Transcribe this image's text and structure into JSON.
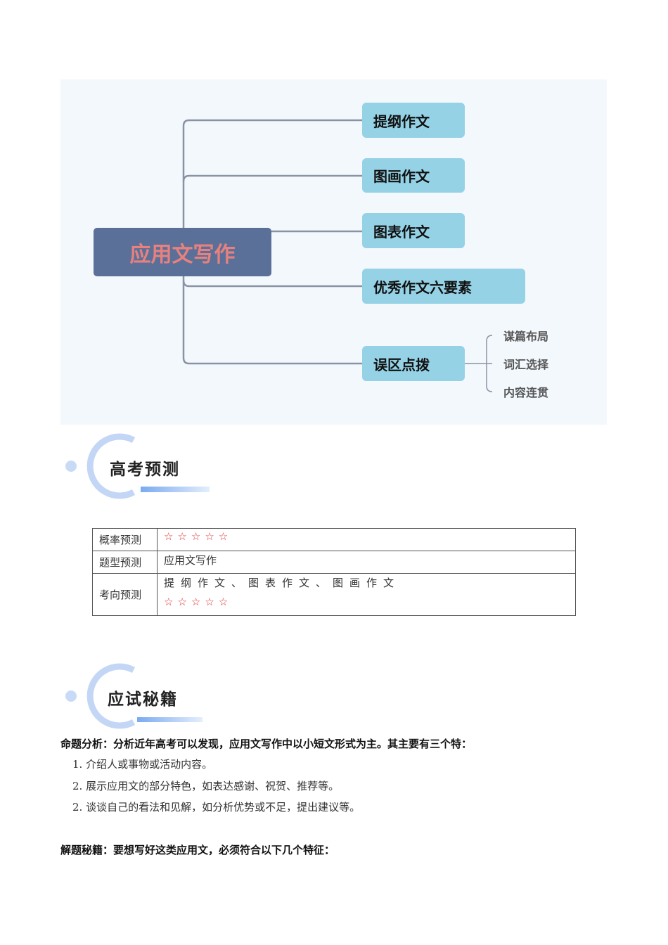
{
  "mindmap": {
    "root": "应用文写作",
    "branches": [
      "提纲作文",
      "图画作文",
      "图表作文",
      "优秀作文六要素",
      "误区点拨"
    ],
    "sub_branches": [
      "谋篇布局",
      "词汇选择",
      "内容连贯"
    ],
    "colors": {
      "root_bg": "#5b7098",
      "root_text": "#e8817e",
      "node_bg": "#95d2e6",
      "line": "#8a93a3",
      "panel_bg": "#f3f8fd"
    }
  },
  "section1": {
    "title": "高考预测"
  },
  "table": {
    "rows": [
      {
        "label": "概率预测",
        "stars": "☆☆☆☆☆"
      },
      {
        "label": "题型预测",
        "value": "应用文写作"
      },
      {
        "label": "考向预测",
        "value": "提纲作文、图表作文、图画作文",
        "stars": "☆☆☆☆☆"
      }
    ]
  },
  "section2": {
    "title": "应试秘籍"
  },
  "analysis": {
    "heading": "命题分析：分析近年高考可以发现，应用文写作中以小短文形式为主。其主要有三个特：",
    "items": [
      "1. 介绍人或事物或活动内容。",
      "2. 展示应用文的部分特色，如表达感谢、祝贺、推荐等。",
      "2. 谈谈自己的看法和见解，如分析优势或不足，提出建议等。"
    ]
  },
  "tips": {
    "heading": "解题秘籍：要想写好这类应用文，必须符合以下几个特征："
  }
}
